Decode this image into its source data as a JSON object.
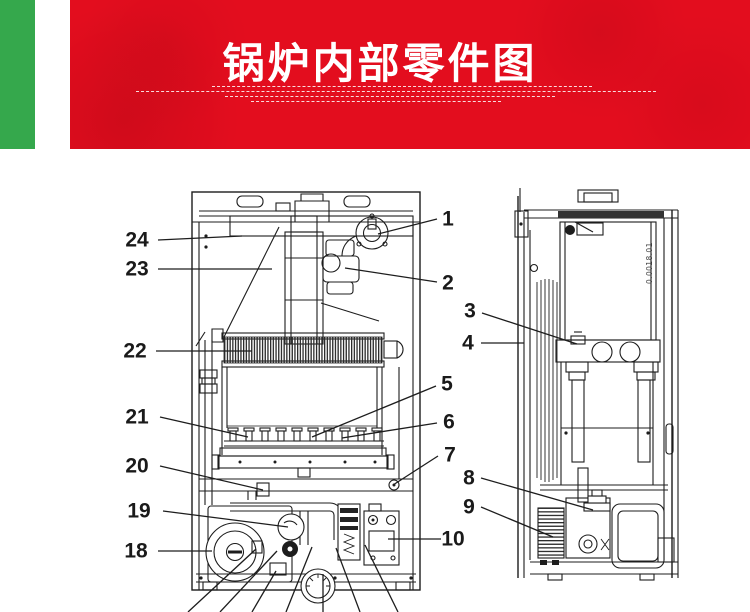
{
  "colors": {
    "banner_red": "#e30d1e",
    "stripe_green": "#35a84c",
    "ink": "#1a1a1a",
    "paper": "#ffffff",
    "text_white": "#ffffff"
  },
  "banner": {
    "title": "锅炉内部零件图"
  },
  "diagram": {
    "code_label": "0.0018.01",
    "callouts": [
      {
        "label": "1"
      },
      {
        "label": "2"
      },
      {
        "label": "3"
      },
      {
        "label": "4"
      },
      {
        "label": "5"
      },
      {
        "label": "6"
      },
      {
        "label": "7"
      },
      {
        "label": "8"
      },
      {
        "label": "9"
      },
      {
        "label": "10"
      },
      {
        "label": "18"
      },
      {
        "label": "19"
      },
      {
        "label": "20"
      },
      {
        "label": "21"
      },
      {
        "label": "22"
      },
      {
        "label": "23"
      },
      {
        "label": "24"
      }
    ]
  }
}
